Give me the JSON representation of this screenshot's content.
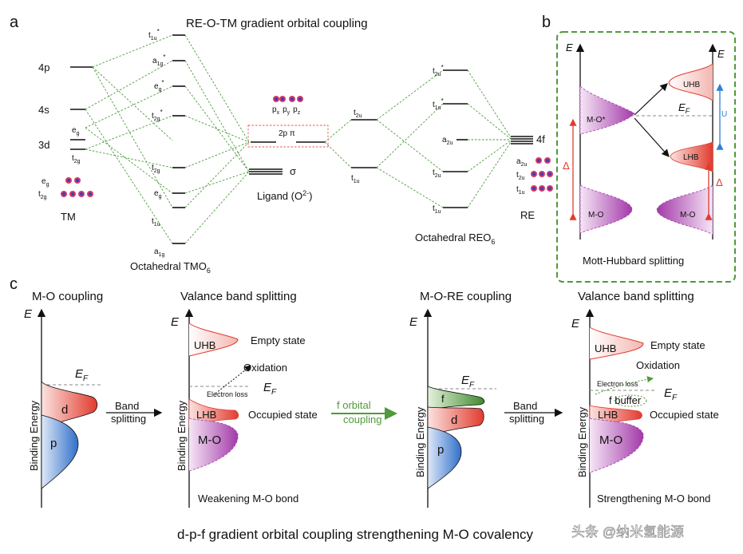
{
  "panel_labels": {
    "a": "a",
    "b": "b",
    "c": "c"
  },
  "panel_a": {
    "title": "RE-O-TM gradient orbital coupling",
    "tm": {
      "p4": "4p",
      "s4": "4s",
      "d3": "3d",
      "eg": "e",
      "eg_sub": "g",
      "t2g": "t",
      "t2g_sub": "2g",
      "label": "TM"
    },
    "tmo6": {
      "t1u_star": "t",
      "t1u_star_sub": "1u",
      "a1g_star": "a",
      "a1g_star_sub": "1g",
      "eg_star": "e",
      "eg_star_sub": "g",
      "t2g_star": "t",
      "t2g_star_sub": "2g",
      "t2g": "t",
      "t2g_sub": "2g",
      "eg": "e",
      "eg_sub": "g",
      "t1u": "t",
      "t1u_sub": "1u",
      "a1g": "a",
      "a1g_sub": "1g",
      "star": "*",
      "label": "Octahedral TMO",
      "label_sub": "6"
    },
    "ligand": {
      "p_orbitals": "p",
      "px": "x",
      "py": "y",
      "pz": "z",
      "pi": "2p π",
      "sigma": "σ",
      "label": "Ligand (O",
      "label_sup": "2-",
      "label_end": ")"
    },
    "reo6": {
      "t2u_star": "t",
      "t2u_star_sub": "2u",
      "t1u_star": "t",
      "t1u_star_sub": "1u",
      "a2u": "a",
      "a2u_sub": "2u",
      "t2u_left": "t",
      "t2u_left_sub": "2u",
      "t1u_left": "t",
      "t1u_left_sub": "1u",
      "t2u": "t",
      "t2u_sub": "2u",
      "t1u": "t",
      "t1u_sub": "1u",
      "label": "Octahedral REO",
      "label_sub": "6"
    },
    "re": {
      "f4": "4f",
      "a2u": "a",
      "a2u_sub": "2u",
      "t2u": "t",
      "t2u_sub": "2u",
      "t1u": "t",
      "t1u_sub": "1u",
      "label": "RE"
    }
  },
  "panel_b": {
    "axis": "E",
    "mo_star": "M-O*",
    "uhb": "UHB",
    "lhb": "LHB",
    "ef": "E",
    "ef_sub": "F",
    "u": "U",
    "delta": "Δ",
    "mo": "M-O",
    "caption": "Mott-Hubbard splitting"
  },
  "panel_c": {
    "titles": [
      "M-O coupling",
      "Valance band splitting",
      "M-O-RE coupling",
      "Valance band splitting"
    ],
    "axis": "E",
    "ylabel": "Binding Energy",
    "ef": "E",
    "ef_sub": "F",
    "band_splitting": [
      "Band",
      "splitting"
    ],
    "f_coupling": [
      "f orbital",
      "coupling"
    ],
    "p": "p",
    "d": "d",
    "f": "f",
    "uhb": "UHB",
    "lhb": "LHB",
    "mo": "M-O",
    "empty_state": "Empty state",
    "occupied_state": "Occupied state",
    "oxidation": "Oxidation",
    "electron_loss": "Electron loss",
    "f_buffer": "f buffer",
    "weakening": "Weakening  M-O bond",
    "strengthening": "Strengthening  M-O bond"
  },
  "footer": "d-p-f gradient orbital coupling strengthening M-O covalency",
  "watermark": "头条 @纳米氢能源",
  "colors": {
    "green_dash": "#4c9a3c",
    "red": "#e23b2e",
    "blue": "#2f7fd1",
    "purple": "#a23aa8",
    "green_f": "#4f9a3a",
    "red_box": "#e8574b"
  }
}
